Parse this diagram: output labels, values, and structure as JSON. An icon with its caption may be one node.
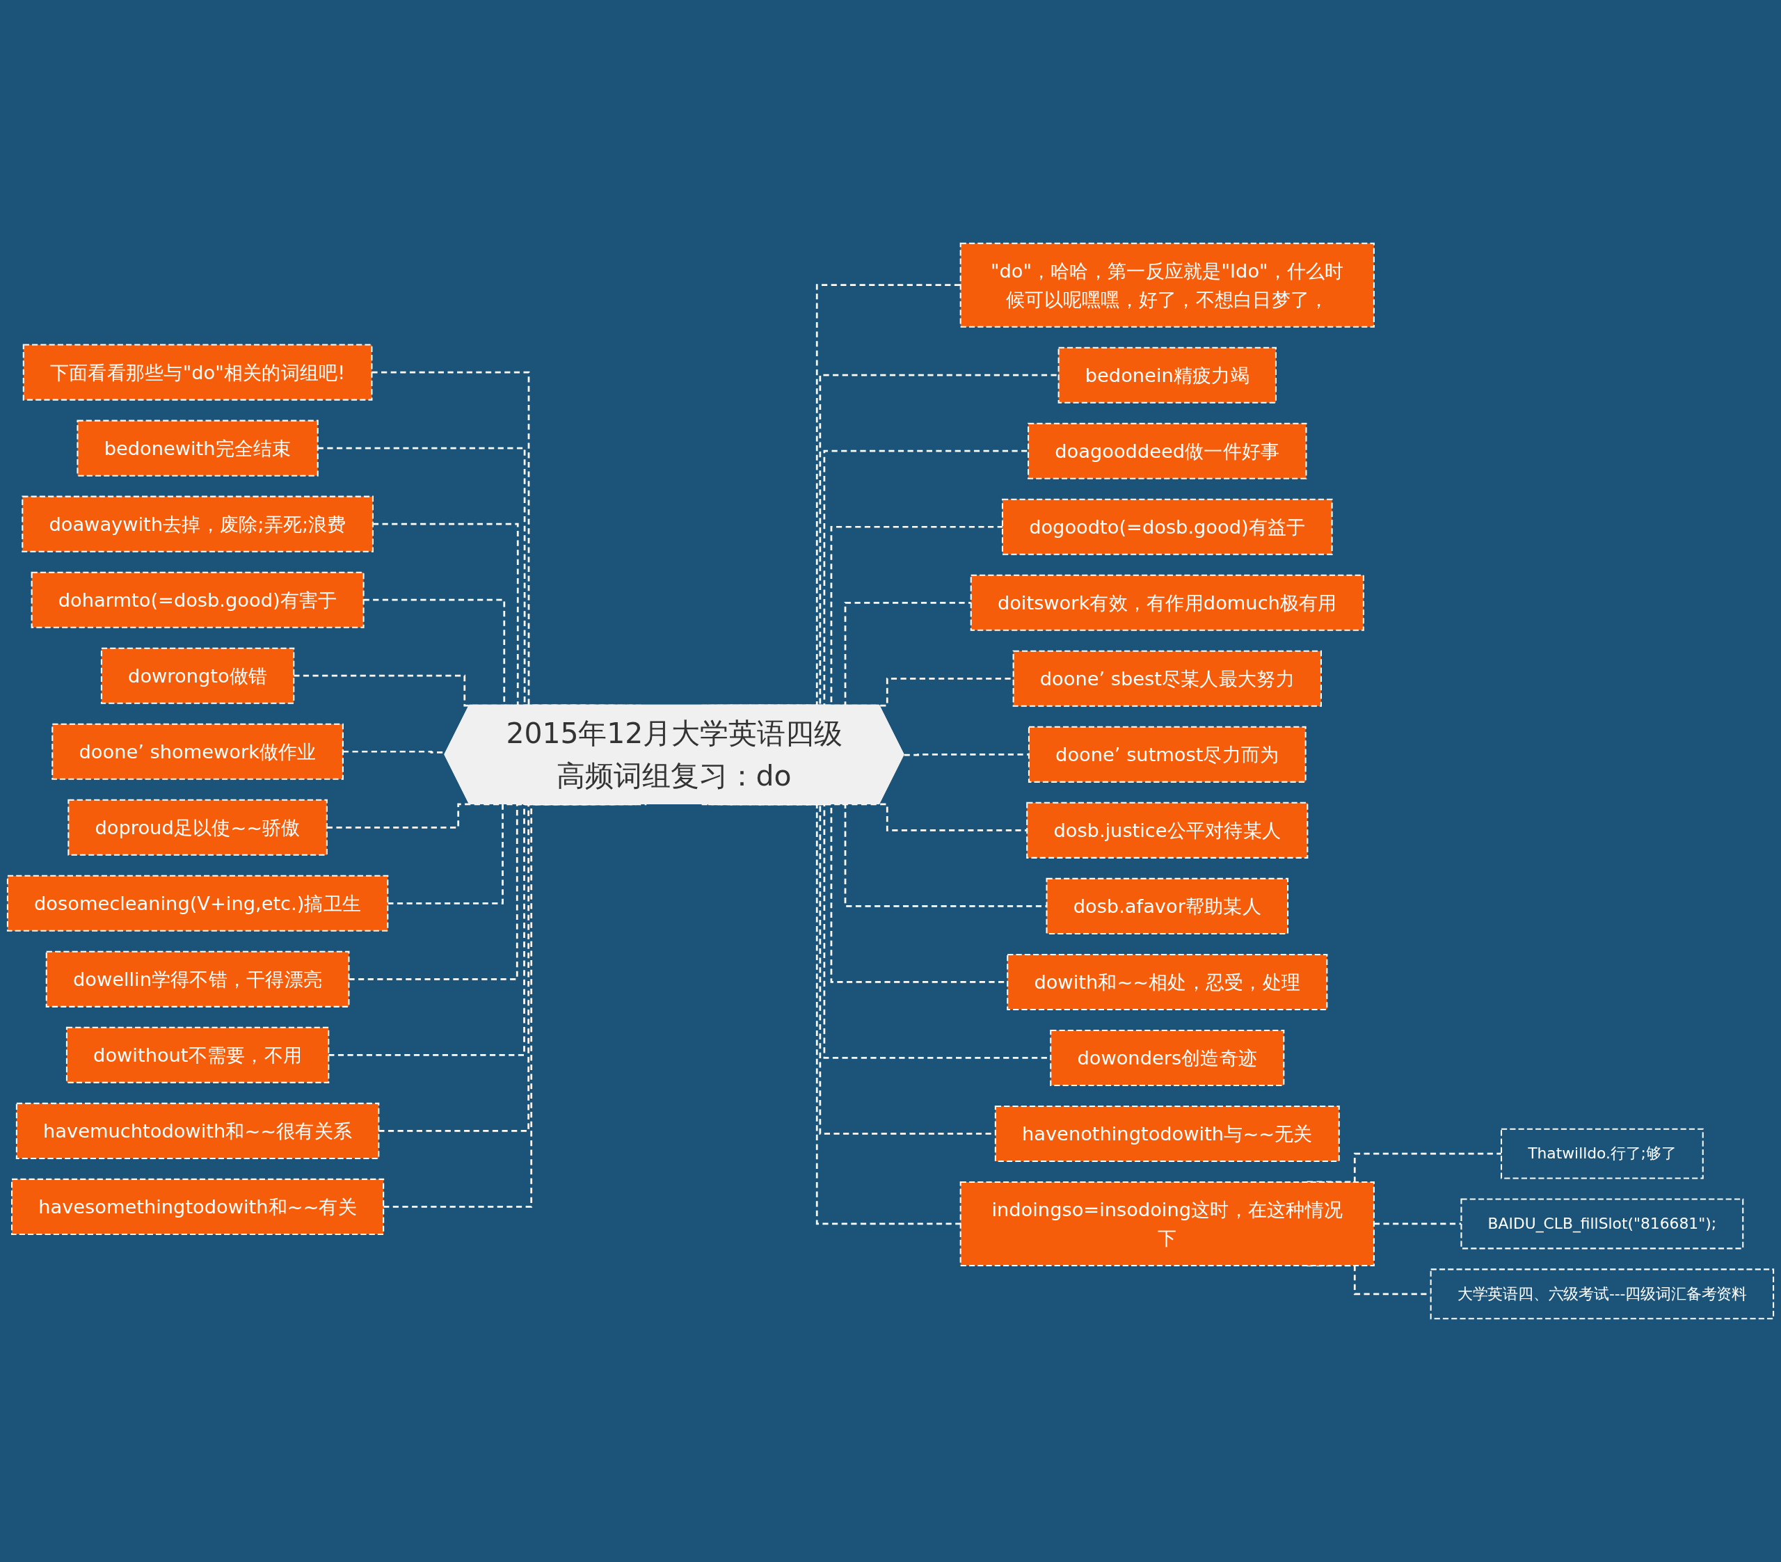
{
  "diagram": {
    "nodes": [
      {
        "text": [
          "2015年12月大学英语四级高频词组复习：do"
        ]
      },
      {
        "text": [
          "下面看看那些与\"do\"相关的词组吧!"
        ]
      },
      {
        "text": [
          "bedonewith完全结束"
        ]
      },
      {
        "text": [
          "doawaywith去掉，废除;弄死;浪费"
        ]
      },
      {
        "text": [
          "doharmto(=dosb.good)有害于"
        ]
      },
      {
        "text": [
          "dowrongto做错"
        ]
      },
      {
        "text": [
          "doone’ shomework做作业"
        ]
      },
      {
        "text": [
          "doproud足以使~~骄傲"
        ]
      },
      {
        "text": [
          "dosomecleaning(V+ing,etc.)搞卫生"
        ]
      },
      {
        "text": [
          "dowellin学得不错，干得漂亮"
        ]
      },
      {
        "text": [
          "dowithout不需要，不用"
        ]
      },
      {
        "text": [
          "havemuchtodowith和~~很有关系"
        ]
      },
      {
        "text": [
          "havesomethingtodowith和~~有关"
        ]
      },
      {
        "text": [
          "\"do\"，哈哈，第一反应就是\"Ido\"，什么时候可以呢嘿嘿，好了，不想白日梦了，"
        ]
      },
      {
        "text": [
          "bedonein精疲力竭"
        ]
      },
      {
        "text": [
          "doagooddeed做一件好事"
        ]
      },
      {
        "text": [
          "dogoodto(=dosb.good)有益于"
        ]
      },
      {
        "text": [
          "doitswork有效，有作用domuch极有用"
        ]
      },
      {
        "text": [
          "doone’ sbest尽某人最大努力"
        ]
      },
      {
        "text": [
          "doone’ sutmost尽力而为"
        ]
      },
      {
        "text": [
          "dosb.justice公平对待某人"
        ]
      },
      {
        "text": [
          "dosb.afavor帮助某人"
        ]
      },
      {
        "text": [
          "dowith和~~相处，忍受，处理"
        ]
      },
      {
        "text": [
          "dowonders创造奇迹"
        ]
      },
      {
        "text": [
          "havenothingtodowith与~~无关"
        ]
      },
      {
        "text": [
          "indoingso=insodoing这时，在这种情况下"
        ]
      },
      {
        "text": [
          "Thatwilldo.行了;够了"
        ]
      },
      {
        "text": [
          "BAIDU_CLB_fillSlot(\"816681\");"
        ]
      },
      {
        "text": [
          "大学英语四、六级考试---四级词汇备考资料"
        ]
      }
    ],
    "edges": [
      {
        "from": 1,
        "to": 0,
        "arrow": "none",
        "style": "dashed"
      },
      {
        "from": 2,
        "to": 0,
        "arrow": "none",
        "style": "dashed"
      },
      {
        "from": 3,
        "to": 0,
        "arrow": "none",
        "style": "dashed"
      },
      {
        "from": 4,
        "to": 0,
        "arrow": "none",
        "style": "dashed"
      },
      {
        "from": 5,
        "to": 0,
        "arrow": "none",
        "style": "dashed"
      },
      {
        "from": 6,
        "to": 0,
        "arrow": "none",
        "style": "dashed"
      },
      {
        "from": 7,
        "to": 0,
        "arrow": "none",
        "style": "dashed"
      },
      {
        "from": 8,
        "to": 0,
        "arrow": "none",
        "style": "dashed"
      },
      {
        "from": 9,
        "to": 0,
        "arrow": "none",
        "style": "dashed"
      },
      {
        "from": 10,
        "to": 0,
        "arrow": "none",
        "style": "dashed"
      },
      {
        "from": 11,
        "to": 0,
        "arrow": "none",
        "style": "dashed"
      },
      {
        "from": 12,
        "to": 0,
        "arrow": "none",
        "style": "dashed"
      },
      {
        "from": 0,
        "to": 13,
        "arrow": "none",
        "style": "dashed"
      },
      {
        "from": 0,
        "to": 14,
        "arrow": "none",
        "style": "dashed"
      },
      {
        "from": 0,
        "to": 15,
        "arrow": "none",
        "style": "dashed"
      },
      {
        "from": 0,
        "to": 16,
        "arrow": "none",
        "style": "dashed"
      },
      {
        "from": 0,
        "to": 17,
        "arrow": "none",
        "style": "dashed"
      },
      {
        "from": 0,
        "to": 18,
        "arrow": "none",
        "style": "dashed"
      },
      {
        "from": 0,
        "to": 19,
        "arrow": "none",
        "style": "dashed"
      },
      {
        "from": 0,
        "to": 20,
        "arrow": "none",
        "style": "dashed"
      },
      {
        "from": 0,
        "to": 21,
        "arrow": "none",
        "style": "dashed"
      },
      {
        "from": 0,
        "to": 22,
        "arrow": "none",
        "style": "dashed"
      },
      {
        "from": 0,
        "to": 23,
        "arrow": "none",
        "style": "dashed"
      },
      {
        "from": 0,
        "to": 24,
        "arrow": "none",
        "style": "dashed"
      },
      {
        "from": 0,
        "to": 25,
        "arrow": "none",
        "style": "dashed"
      },
      {
        "from": 25,
        "to": 26,
        "arrow": "none",
        "style": "dashed"
      },
      {
        "from": 25,
        "to": 27,
        "arrow": "none",
        "style": "dashed"
      },
      {
        "from": 25,
        "to": 28,
        "arrow": "none",
        "style": "dashed"
      }
    ]
  }
}
